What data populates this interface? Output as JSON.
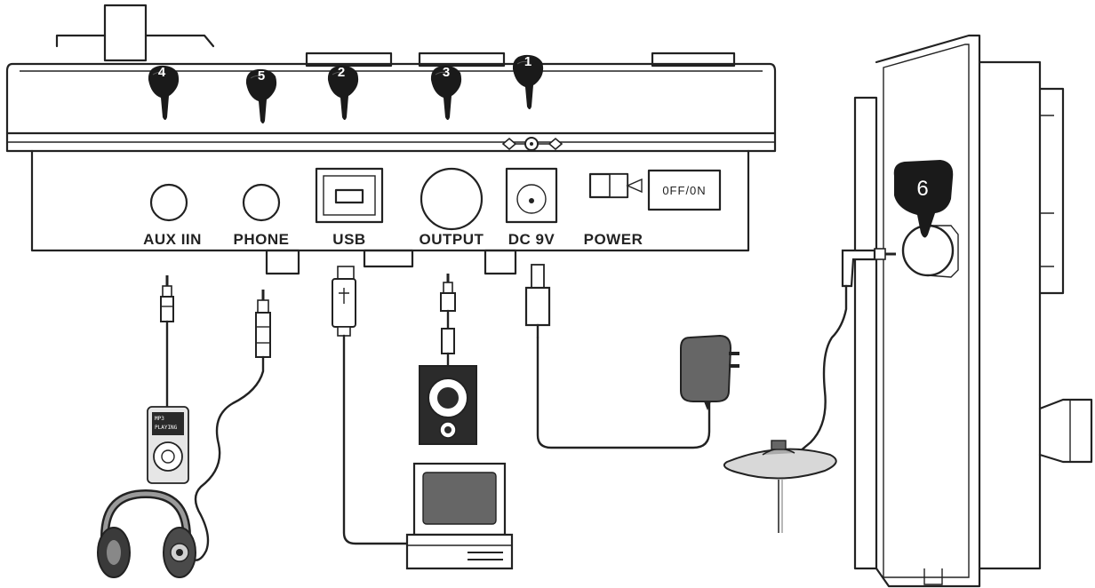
{
  "ports": {
    "aux_in": "AUX IIN",
    "phone": "PHONE",
    "usb": "USB",
    "output": "OUTPUT",
    "dc": "DC  9V",
    "power": "POWER"
  },
  "power_switch_label": "0FF/0N",
  "callouts": {
    "c1": "1",
    "c2": "2",
    "c3": "3",
    "c4": "4",
    "c5": "5",
    "c6": "6"
  },
  "mp3_player": {
    "line1": "MP3",
    "line2": "PLAYING"
  },
  "icons": {
    "polarity": "dc-polarity-icon",
    "pointer": "pointing-hand-icon"
  },
  "colors": {
    "ink": "#222222",
    "background": "#ffffff"
  }
}
